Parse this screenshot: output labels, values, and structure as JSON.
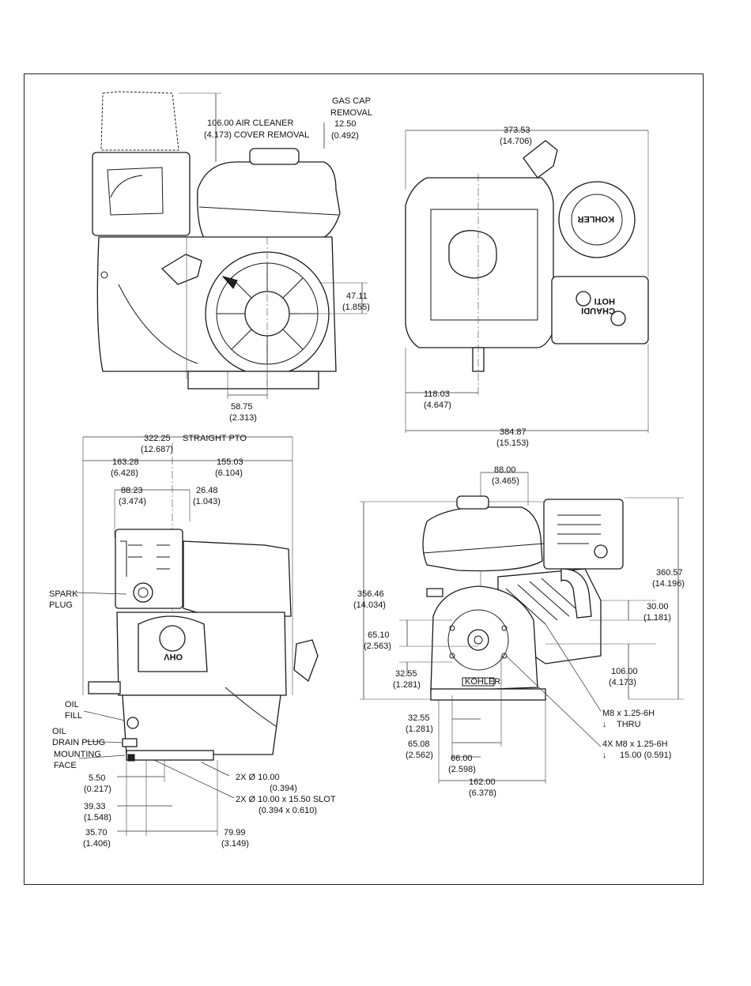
{
  "views": {
    "side": {
      "air_cleaner": {
        "mm": "106.00",
        "label": "AIR CLEANER",
        "in": "(4.173)",
        "label2": "COVER REMOVAL"
      },
      "gas_cap": {
        "label1": "GAS CAP",
        "label2": "REMOVAL",
        "mm": "12.50",
        "in": "(0.492)"
      },
      "dim_right": {
        "mm": "47.11",
        "in": "(1.855)"
      },
      "dim_bottom": {
        "mm": "58.75",
        "in": "(2.313)"
      }
    },
    "top": {
      "width_top": {
        "mm": "373.53",
        "in": "(14.706)"
      },
      "left_offset": {
        "mm": "118.03",
        "in": "(4.647)"
      },
      "width_bottom": {
        "mm": "384.87",
        "in": "(15.153)"
      },
      "logo_text": "KOHLER",
      "badge_text1": "CHAUDI",
      "badge_text2": "HOTI"
    },
    "pto": {
      "straight_pto": {
        "mm": "322.25",
        "label": "STRAIGHT PTO",
        "in": "(12.687)"
      },
      "left": {
        "mm": "163.28",
        "in": "(6.428)"
      },
      "right": {
        "mm": "155.03",
        "in": "(6.104)"
      },
      "inner_left": {
        "mm": "88.23",
        "in": "(3.474)"
      },
      "inner_right": {
        "mm": "26.48",
        "in": "(1.043)"
      },
      "spark_plug": [
        "SPARK",
        "PLUG"
      ],
      "oil_fill": [
        "OIL",
        "FILL"
      ],
      "oil_drain": [
        "OIL",
        "DRAIN PLUG"
      ],
      "mounting_face": [
        "MOUNTING",
        "FACE"
      ],
      "hole1": {
        "label": "2X Ø 10.00",
        "in": "(0.394)"
      },
      "hole2": {
        "label": "2X Ø 10.00 x 15.50 SLOT",
        "in": "(0.394 x 0.610)"
      },
      "b1": {
        "mm": "5.50",
        "in": "(0.217)"
      },
      "b2": {
        "mm": "39.33",
        "in": "(1.548)"
      },
      "b3": {
        "mm": "35.70",
        "in": "(1.406)"
      },
      "b4": {
        "mm": "79.99",
        "in": "(3.149)"
      },
      "logo": "OHV"
    },
    "front": {
      "top": {
        "mm": "88.00",
        "in": "(3.465)"
      },
      "height_left": {
        "mm": "356.46",
        "in": "(14.034)"
      },
      "height_right": {
        "mm": "360.57",
        "in": "(14.196)"
      },
      "r30": {
        "mm": "30.00",
        "in": "(1.181)"
      },
      "r106": {
        "mm": "106.00",
        "in": "(4.173)"
      },
      "l65": {
        "mm": "65.10",
        "in": "(2.563)"
      },
      "l32": {
        "mm": "32.55",
        "in": "(1.281)"
      },
      "b32": {
        "mm": "32.55",
        "in": "(1.281)"
      },
      "b65": {
        "mm": "65.08",
        "in": "(2.562)"
      },
      "b66": {
        "mm": "66.00",
        "in": "(2.598)"
      },
      "b162": {
        "mm": "162.00",
        "in": "(6.378)"
      },
      "thread1": {
        "label": "M8 x 1.25-6H",
        "sub": "THRU"
      },
      "thread2": {
        "label": "4X M8 x 1.25-6H",
        "sub": "15.00 (0.591)"
      },
      "plate": "KOHLER"
    }
  }
}
